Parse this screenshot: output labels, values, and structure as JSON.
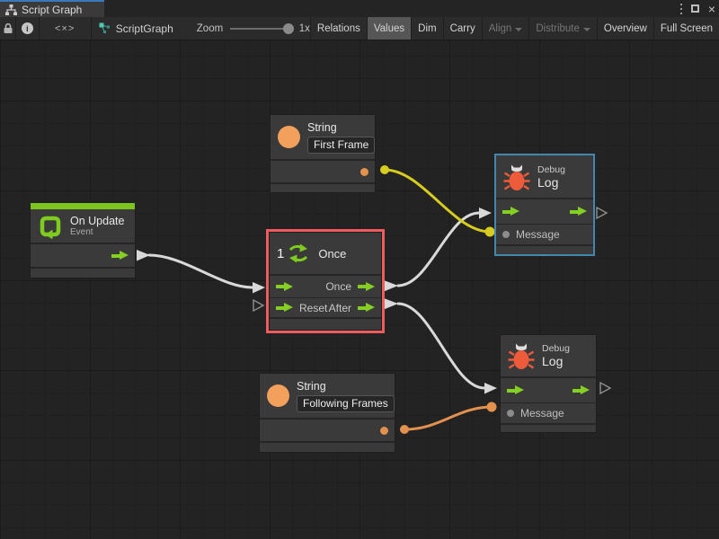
{
  "window": {
    "tab_title": "Script Graph"
  },
  "icons": {
    "close_glyph": "×",
    "info_glyph": "i",
    "code_glyph": "<×>"
  },
  "toolbar": {
    "graph_name": "ScriptGraph",
    "zoom_label": "Zoom",
    "zoom_value": "1x",
    "buttons": [
      {
        "label": "Relations",
        "selected": false,
        "disabled": false,
        "dropdown": false
      },
      {
        "label": "Values",
        "selected": true,
        "disabled": false,
        "dropdown": false
      },
      {
        "label": "Dim",
        "selected": false,
        "disabled": false,
        "dropdown": false
      },
      {
        "label": "Carry",
        "selected": false,
        "disabled": false,
        "dropdown": false
      },
      {
        "label": "Align",
        "selected": false,
        "disabled": true,
        "dropdown": true
      },
      {
        "label": "Distribute",
        "selected": false,
        "disabled": true,
        "dropdown": true
      },
      {
        "label": "Overview",
        "selected": false,
        "disabled": false,
        "dropdown": false
      },
      {
        "label": "Full Screen",
        "selected": false,
        "disabled": false,
        "dropdown": false
      }
    ]
  },
  "graph": {
    "nodes": {
      "on_update": {
        "title": "On Update",
        "subtitle": "Event"
      },
      "string_first": {
        "title": "String",
        "value": "First Frame"
      },
      "string_following": {
        "title": "String",
        "value": "Following Frames"
      },
      "once": {
        "count": "1",
        "title": "Once",
        "ports": {
          "once_out": "Once",
          "reset_in": "Reset",
          "after_out": "After"
        }
      },
      "debug_top": {
        "title": "Debug",
        "subtitle": "Log",
        "message": "Message"
      },
      "debug_bottom": {
        "title": "Debug",
        "subtitle": "Log",
        "message": "Message"
      }
    },
    "wires": [
      {
        "from": "on_update.flow_out",
        "to": "once.flow_in",
        "color": "#d9d9d9"
      },
      {
        "from": "once.once_out",
        "to": "debug_top.flow_in",
        "color": "#d9d9d9"
      },
      {
        "from": "once.after_out",
        "to": "debug_bottom.flow_in",
        "color": "#d9d9d9"
      },
      {
        "from": "string_first.value_out",
        "to": "debug_top.message",
        "color": "#d8cc1e"
      },
      {
        "from": "string_following.value_out",
        "to": "debug_bottom.message",
        "color": "#e3924e"
      }
    ],
    "colors": {
      "flow_green": "#84cf22",
      "value_orange": "#f2a05c",
      "wire_orange": "#e3924e",
      "wire_yellow": "#d8cc1e",
      "bug_red": "#ed5b3b",
      "selection_red": "#f15b5b",
      "highlight_blue": "#4486ae"
    }
  }
}
